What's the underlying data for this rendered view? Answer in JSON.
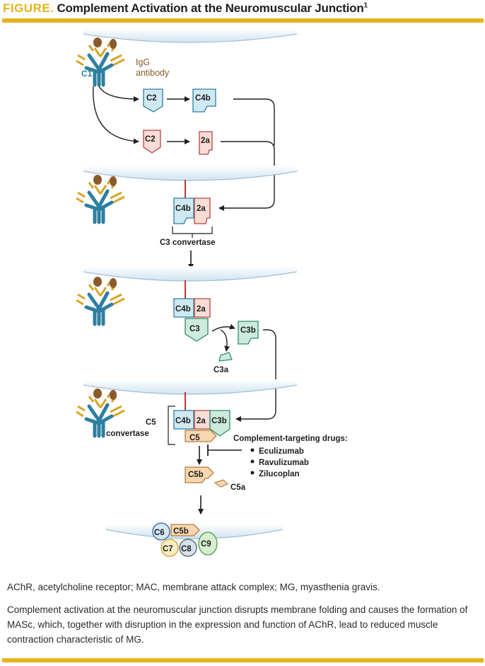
{
  "figure": {
    "label": "FIGURE.",
    "title": "Complement Activation at the Neuromuscular Junction",
    "title_sup": "1"
  },
  "diagram": {
    "antibody_label_1": "IgG",
    "antibody_label_2": "antibody",
    "c1": "C1",
    "c2": "C2",
    "c4b": "C4b",
    "c2a": "2a",
    "c3": "C3",
    "c3a": "C3a",
    "c3b": "C3b",
    "c5": "C5",
    "c5a": "C5a",
    "c5b": "C5b",
    "c6": "C6",
    "c7": "C7",
    "c8": "C8",
    "c9": "C9",
    "c3_convertase": "C3 convertase",
    "c5_convertase_1": "C5",
    "c5_convertase_2": "convertase",
    "drugs_heading": "Complement-targeting drugs:",
    "drugs": [
      "Eculizumab",
      "Ravulizumab",
      "Zilucoplan"
    ]
  },
  "colors": {
    "accent": "#e8b21e",
    "c4b_fill": "#cfe9f2",
    "c4b_stroke": "#2d7fa0",
    "c2a_fill": "#f8dcd6",
    "c2a_stroke": "#b5473f",
    "c3_fill": "#cdeadd",
    "c3_stroke": "#2f8a6a",
    "c5_fill": "#f7d7b0",
    "c5_stroke": "#b77a3a",
    "membrane": "#c4dcec",
    "antibody_blue": "#2d7fa0",
    "antibody_brown": "#8a5a2b",
    "antibody_gold": "#d9a52a"
  },
  "captions": {
    "abbreviations": "AChR, acetylcholine receptor; MAC, membrane attack complex; MG, myasthenia gravis.",
    "description": "Complement activation at the neuromuscular junction disrupts membrane folding and causes the formation of MASc, which, together with disruption in the expression and function of AChR, lead to reduced muscle contraction characteristic of MG."
  }
}
